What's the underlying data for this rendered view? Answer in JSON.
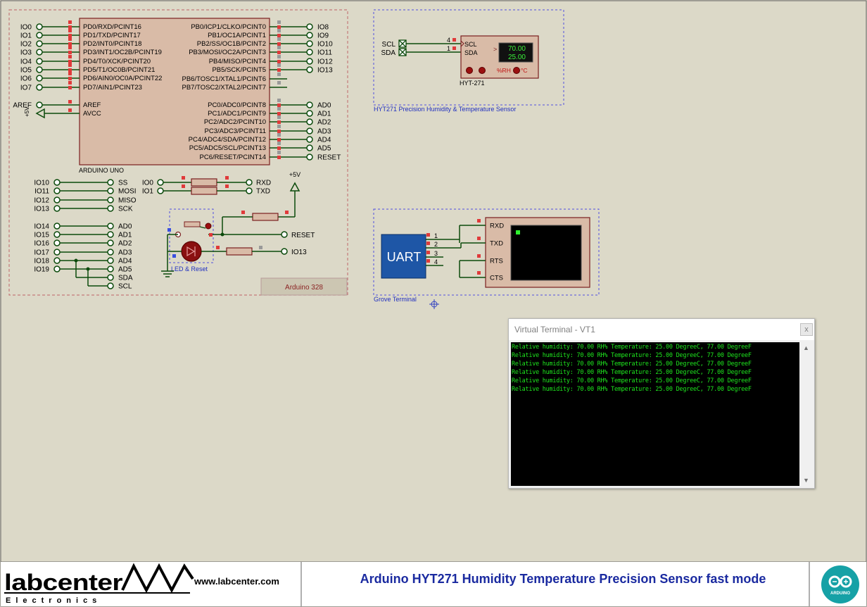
{
  "arduino": {
    "module_label": "ARDUINO UNO",
    "frame_label": "Arduino 328",
    "left_pins": [
      "PD0/RXD/PCINT16",
      "PD1/TXD/PCINT17",
      "PD2/INT0/PCINT18",
      "PD3/INT1/OC2B/PCINT19",
      "PD4/T0/XCK/PCINT20",
      "PD5/T1/OC0B/PCINT21",
      "PD6/AIN0/OC0A/PCINT22",
      "PD7/AIN1/PCINT23"
    ],
    "left_nets": [
      "IO0",
      "IO1",
      "IO2",
      "IO3",
      "IO4",
      "IO5",
      "IO6",
      "IO7"
    ],
    "aref_label": "AREF",
    "avcc_label": "AVCC",
    "aref_net": "AREF",
    "vcc_net": "+5V",
    "right_pins_b": [
      "PB0/ICP1/CLKO/PCINT0",
      "PB1/OC1A/PCINT1",
      "PB2/SS/OC1B/PCINT2",
      "PB3/MOSI/OC2A/PCINT3",
      "PB4/MISO/PCINT4",
      "PB5/SCK/PCINT5",
      "PB6/TOSC1/XTAL1/PCINT6",
      "PB7/TOSC2/XTAL2/PCINT7"
    ],
    "right_nets_b": [
      "IO8",
      "IO9",
      "IO10",
      "IO11",
      "IO12",
      "IO13"
    ],
    "right_pins_c": [
      "PC0/ADC0/PCINT8",
      "PC1/ADC1/PCINT9",
      "PC2/ADC2/PCINT10",
      "PC3/ADC3/PCINT11",
      "PC4/ADC4/SDA/PCINT12",
      "PC5/ADC5/SCL/PCINT13",
      "PC6/RESET/PCINT14"
    ],
    "right_nets_c": [
      "AD0",
      "AD1",
      "AD2",
      "AD3",
      "AD4",
      "AD5",
      "RESET"
    ]
  },
  "headers": {
    "spi_left": [
      "IO10",
      "IO11",
      "IO12",
      "IO13"
    ],
    "spi_right": [
      "SS",
      "MOSI",
      "MISO",
      "SCK"
    ],
    "ad_left": [
      "IO14",
      "IO15",
      "IO16",
      "IO17",
      "IO18",
      "IO19"
    ],
    "ad_right": [
      "AD0",
      "AD1",
      "AD2",
      "AD3",
      "AD4",
      "AD5",
      "SDA",
      "SCL"
    ],
    "uart_left": [
      "IO0",
      "IO1"
    ],
    "uart_right": [
      "RXD",
      "TXD"
    ]
  },
  "reset_circuit": {
    "vcc": "+5V",
    "reset_net": "RESET",
    "led_net": "IO13",
    "group_label": "LED & Reset"
  },
  "sensor": {
    "scl": "SCL",
    "sda": "SDA",
    "pin_scl": "4",
    "pin_sda": "1",
    "humidity": "70.00",
    "temperature": "25.00",
    "arrow": ">",
    "rh_label": "%RH",
    "deg_label": "°C",
    "part": "HYT-271",
    "caption": "HYT271 Precision Humidity & Temperature Sensor"
  },
  "grove": {
    "uart_label": "UART",
    "pins": [
      "1",
      "2",
      "3",
      "4"
    ],
    "term_pins": [
      "RXD",
      "TXD",
      "RTS",
      "CTS"
    ],
    "caption": "Grove Terminal"
  },
  "terminal": {
    "title": "Virtual Terminal - VT1",
    "close": "x",
    "lines": [
      "Relative humidity: 70.00 RH% Temperature: 25.00 DegreeC, 77.00 DegreeF",
      "Relative humidity: 70.00 RH% Temperature: 25.00 DegreeC, 77.00 DegreeF",
      "Relative humidity: 70.00 RH% Temperature: 25.00 DegreeC, 77.00 DegreeF",
      "Relative humidity: 70.00 RH% Temperature: 25.00 DegreeC, 77.00 DegreeF",
      "Relative humidity: 70.00 RH% Temperature: 25.00 DegreeC, 77.00 DegreeF",
      "Relative humidity: 70.00 RH% Temperature: 25.00 DegreeC, 77.00 DegreeF"
    ]
  },
  "footer": {
    "brand": "labcenter",
    "brand_sub": "Electronics",
    "url": "www.labcenter.com",
    "title": "Arduino HYT271 Humidity Temperature Precision Sensor fast mode",
    "logo_text": "ARDUINO"
  },
  "colors": {
    "wire": "#0b4a0b",
    "component_body": "#d9bba7",
    "component_border": "#7a1f1f",
    "pin_marker": "#e03a3a",
    "pin_marker_gray": "#999999",
    "frame": "#c07070",
    "group": "#5050e0",
    "terminal_text": "#1ee61e",
    "footer_title": "#1a2aa0",
    "arduino_teal": "#16a1a6"
  }
}
